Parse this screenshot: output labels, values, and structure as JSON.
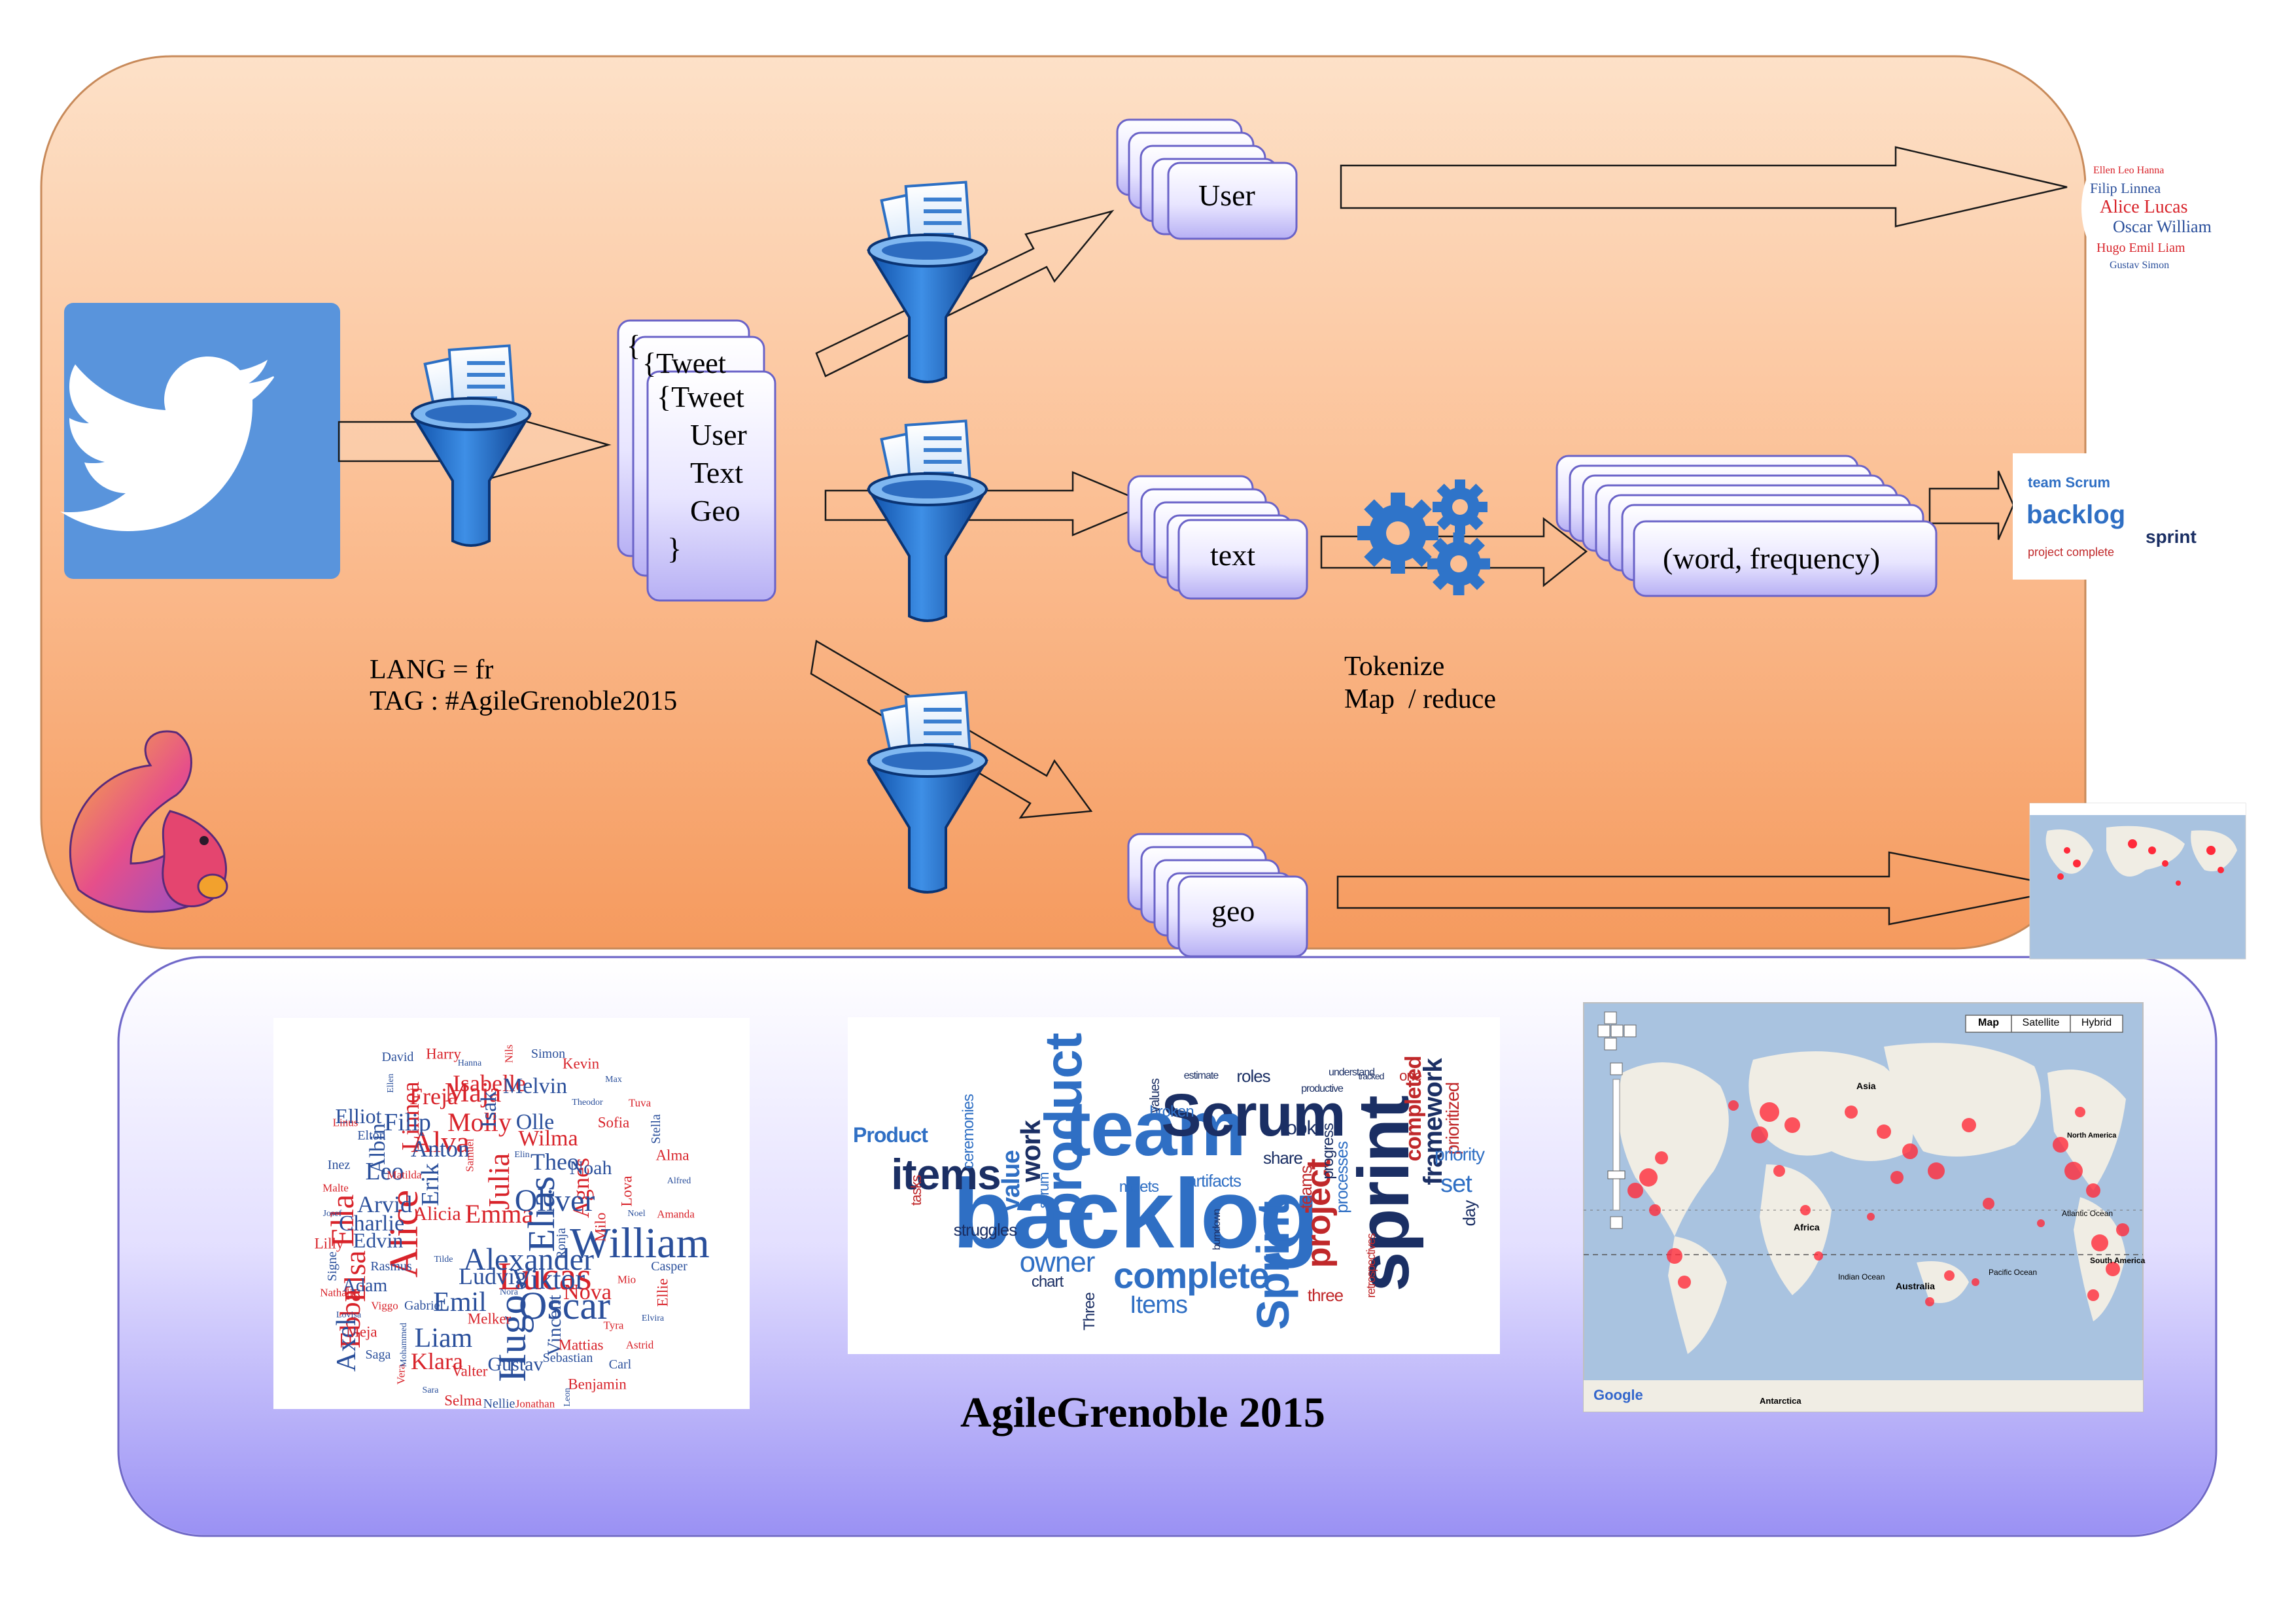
{
  "diagram": {
    "tweet_card": {
      "open_brace": "{",
      "line1": "{Tweet",
      "line2": "User",
      "line3": "Text",
      "line4": "Geo",
      "close_brace": "}",
      "back_line1": "{Tweet"
    },
    "filter_caption": {
      "line1": "LANG = fr",
      "line2": "TAG : #AgileGrenoble2015"
    },
    "streams": {
      "user": "User",
      "text": "text",
      "geo": "geo"
    },
    "pairs_label": "(word, frequency)",
    "process_caption": {
      "line1": "Tokenize",
      "line2": "Map  / reduce"
    },
    "bottom_title": "AgileGrenoble 2015",
    "map_buttons": [
      "Map",
      "Satellite",
      "Hybrid"
    ],
    "map_labels": [
      "Africa",
      "Asia",
      "Australia",
      "Atlantic Ocean",
      "Pacific Ocean",
      "Indian Ocean",
      "Antarctica",
      "North America",
      "South America",
      "Google"
    ]
  },
  "names_cloud": {
    "big_red": [
      "Alice",
      "Lucas",
      "Ella",
      "Elsa",
      "Ebba",
      "Alva",
      "Julia",
      "Maja",
      "Emma",
      "Molly",
      "Linnea",
      "Isabelle",
      "Klara",
      "Freja",
      "Agnes",
      "Nova",
      "Wilma",
      "Alicia"
    ],
    "big_blue": [
      "William",
      "Oscar",
      "Elias",
      "Hugo",
      "Alexander",
      "Oliver",
      "Viktor",
      "Liam",
      "Emil",
      "Filip",
      "Anton",
      "Erik",
      "Leo",
      "Arvid",
      "Charlie",
      "Edvin",
      "Axel",
      "Ludvig",
      "Theo",
      "Olle",
      "Melvin",
      "Gustav",
      "Vincent",
      "Noah",
      "Isak",
      "Albin",
      "Adam",
      "Elliot"
    ],
    "small": [
      "Ellen",
      "Linus",
      "David",
      "Harry",
      "Hanna",
      "Nils",
      "Simon",
      "Kevin",
      "Max",
      "Tuva",
      "Stella",
      "Alma",
      "Alfred",
      "Amanda",
      "Casper",
      "Ellie",
      "Elvira",
      "Astrid",
      "Carl",
      "Benjamin",
      "Leon",
      "Jonathan",
      "Nellie",
      "Selma",
      "Sara",
      "Vera",
      "Saga",
      "Meja",
      "Lovisa",
      "Nathalie",
      "Signe",
      "Lilly",
      "Josef",
      "Malte",
      "Inez",
      "Lova",
      "Noel",
      "Tyra",
      "Sebastian",
      "Valter",
      "Mohammed",
      "Viggo",
      "Rasmus",
      "Sofia",
      "Theodor",
      "Samuel",
      "Gabriel",
      "Mattias",
      "Elin",
      "Matilda",
      "Ronja",
      "Melker",
      "Tilde",
      "Mio",
      "Elton",
      "Milo",
      "Nora"
    ]
  },
  "words_cloud": {
    "words": [
      "backlog",
      "team",
      "sprint",
      "Scrum",
      "product",
      "items",
      "Sprint",
      "complete",
      "project",
      "framework",
      "work",
      "owner",
      "set",
      "Items",
      "Product",
      "value",
      "completed",
      "prioritized",
      "priority",
      "struggles",
      "chart",
      "look",
      "share",
      "processes",
      "roles",
      "meets",
      "artifacts",
      "teams",
      "broken",
      "three",
      "Three",
      "tasks",
      "ceremonies",
      "scrum",
      "progress",
      "values",
      "day",
      "one",
      "estimate",
      "retrospectives",
      "burndown",
      "productive",
      "understand",
      "tracked"
    ]
  },
  "colors": {
    "top_panel": "#f9a66c",
    "bottom_panel": "#9d94f5",
    "twitter": "#5b95dc",
    "card_border": "#6a63c8",
    "cloud_red": "#d8232a",
    "cloud_blue": "#2a4f9b",
    "words_blue": "#2f6fc4",
    "words_navy": "#1b2f64",
    "words_red": "#c0282a",
    "map_sea": "#a9c3e0",
    "map_land": "#f0ede4",
    "map_point": "#ff2a3a",
    "gear": "#2f73c8"
  },
  "icons": [
    "twitter-bird-icon",
    "funnel-document-icon",
    "gears-icon",
    "squirrel-mascot-icon",
    "pan-zoom-control-icon",
    "google-logo-icon"
  ]
}
